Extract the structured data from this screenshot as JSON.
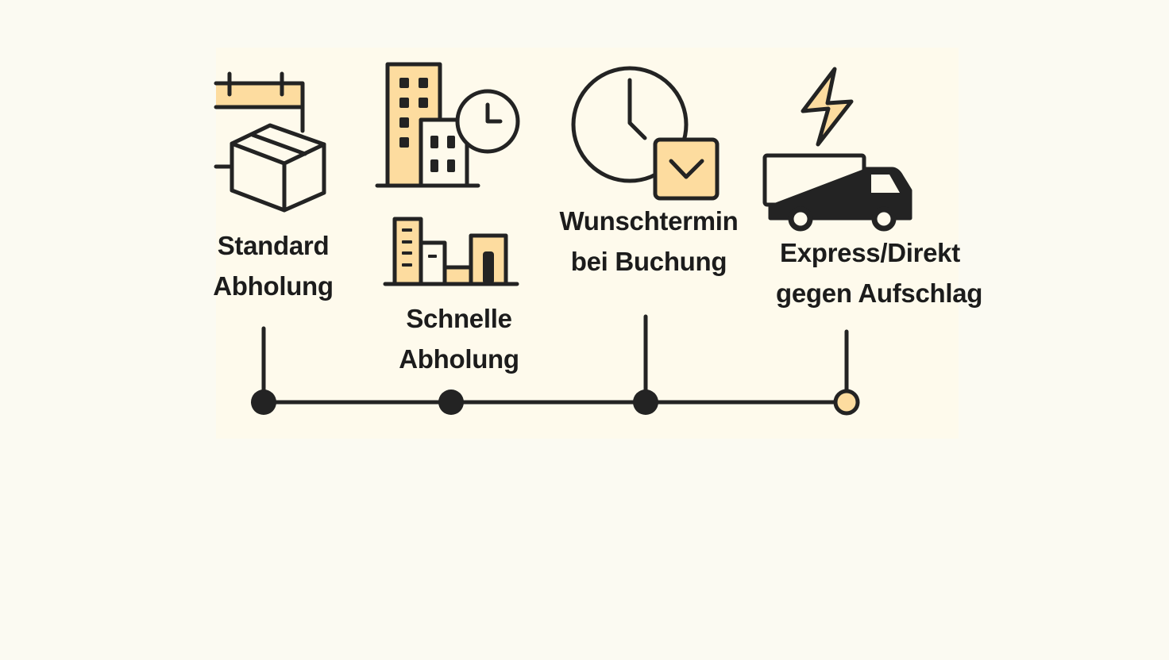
{
  "diagram": {
    "type": "timeline",
    "colors": {
      "ink": "#232323",
      "accent": "#fddc9f",
      "background": "#fbfaf2",
      "panel": "#fefaec"
    },
    "milestones": [
      {
        "id": "standard",
        "icon": "calendar-box-icon",
        "lines": [
          "Standard",
          "Abholung"
        ],
        "marker": "filled"
      },
      {
        "id": "schnell",
        "icon": "buildings-clock-icon",
        "secondary_icon": "city-buildings-icon",
        "lines": [
          "Schnelle",
          "Abholung"
        ],
        "marker": "filled"
      },
      {
        "id": "wunschtermin",
        "icon": "clock-checkbox-icon",
        "lines": [
          "Wunschtermin",
          "bei Buchung"
        ],
        "marker": "filled"
      },
      {
        "id": "express",
        "icon": "lightning-truck-icon",
        "lines": [
          "Express/Direkt",
          "gegen Aufschlag"
        ],
        "marker": "highlighted"
      }
    ]
  }
}
